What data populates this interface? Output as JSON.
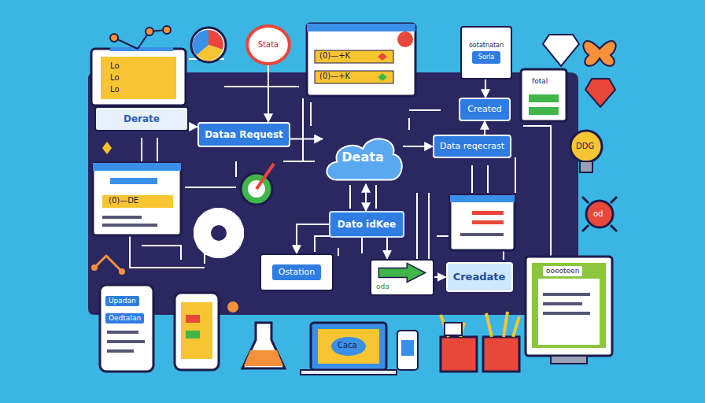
{
  "diagram": {
    "nodes": [
      {
        "text": [
          "Derate"
        ]
      },
      {
        "text": [
          "Dataa Request"
        ]
      },
      {
        "text": [
          "Deata"
        ]
      },
      {
        "text": [
          "Created"
        ]
      },
      {
        "text": [
          "Data reqecrast"
        ]
      },
      {
        "text": [
          "Dato idKee"
        ]
      },
      {
        "text": [
          "Ostation"
        ]
      },
      {
        "text": [
          "Creadate"
        ]
      },
      {
        "text": [
          "oda"
        ]
      },
      {
        "text": [
          "Stata"
        ]
      },
      {
        "text": [
          "ootatnatan",
          "Sorla"
        ]
      }
    ],
    "edges": [
      {
        "from": 0,
        "to": 1,
        "arrow": "to"
      },
      {
        "from": 1,
        "to": 2,
        "arrow": "to"
      },
      {
        "from": 2,
        "to": 5,
        "arrow": "both"
      },
      {
        "from": 2,
        "to": 4,
        "arrow": "to"
      },
      {
        "from": 4,
        "to": 3,
        "arrow": "to"
      },
      {
        "from": 5,
        "to": 8,
        "arrow": "to"
      },
      {
        "from": 8,
        "to": 7,
        "arrow": "to"
      },
      {
        "from": 5,
        "to": 6,
        "arrow": "to"
      },
      {
        "from": 9,
        "to": 1,
        "arrow": "to"
      },
      {
        "from": 10,
        "to": 3,
        "arrow": "to"
      }
    ],
    "labels": [
      "Lo",
      "Lo",
      "Lo",
      "(0)—DE",
      "(0)—+K",
      "(0)—+K",
      "DDG",
      "od",
      "Upadan",
      "Oedtalan",
      "Caca",
      "fotal",
      "ooeoteen"
    ]
  }
}
